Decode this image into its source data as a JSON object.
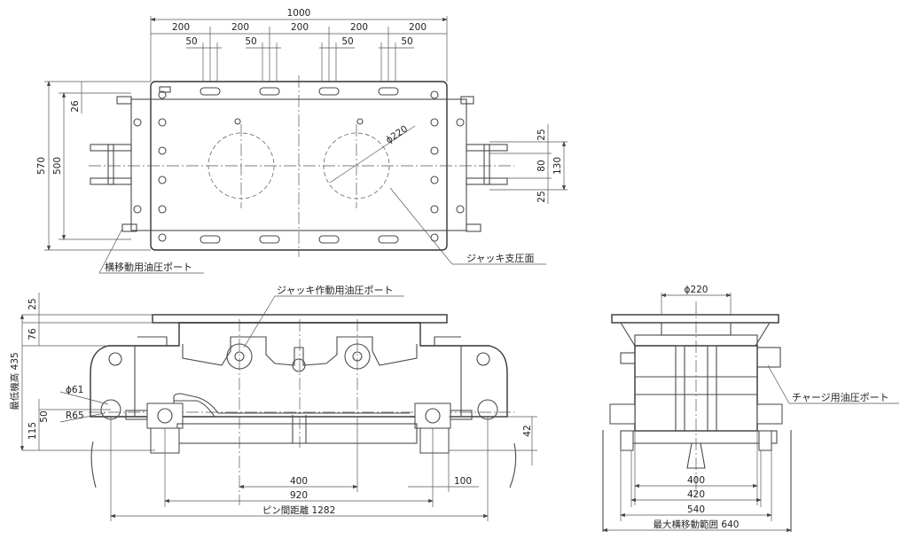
{
  "top_view": {
    "dims": {
      "overall_width": "1000",
      "spacing_1": "200",
      "spacing_2": "200",
      "spacing_3": "200",
      "spacing_4": "200",
      "spacing_5": "200",
      "slot_1": "50",
      "slot_2": "50",
      "slot_3": "50",
      "slot_4": "50",
      "height_570": "570",
      "height_500": "500",
      "offset_26": "26",
      "diameter": "ϕ220",
      "right_25a": "25",
      "right_80": "80",
      "right_130": "130",
      "right_25b": "25"
    },
    "labels": {
      "lateral_port": "横移動用油圧ポート",
      "jack_surface": "ジャッキ支圧面"
    }
  },
  "front_view": {
    "dims": {
      "top_25": "25",
      "v76": "76",
      "min_height": "最低機高 435",
      "hole_dia": "ϕ61",
      "v50": "50",
      "radius": "R65",
      "v115": "115",
      "v42": "42",
      "pin_400": "400",
      "pin_920": "920",
      "right_100": "100",
      "pin_distance": "ピン間距離 1282"
    },
    "labels": {
      "jack_port": "ジャッキ作動用油圧ポート"
    }
  },
  "side_view": {
    "dims": {
      "diameter": "ϕ220",
      "d400": "400",
      "d420": "420",
      "d540": "540",
      "max_range": "最大横移動範囲 640"
    },
    "labels": {
      "charge_port": "チャージ用油圧ポート"
    }
  }
}
